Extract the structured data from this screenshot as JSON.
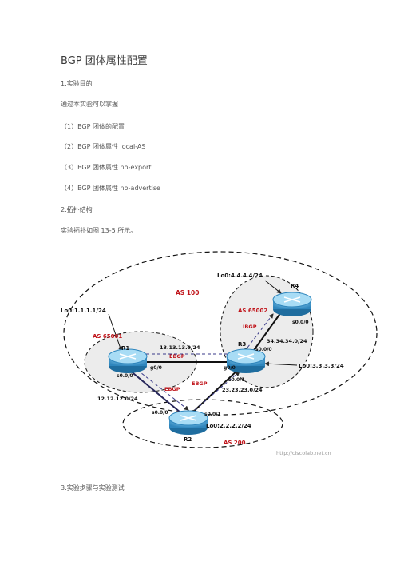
{
  "doc": {
    "title": "BGP 团体属性配置",
    "s1": "1.实验目的",
    "intro": "通过本实验可以掌握",
    "items": [
      "（1）BGP 团体的配置",
      "（2）BGP 团体属性 local-AS",
      "（3）BGP 团体属性 no-export",
      "（4）BGP 团体属性 no-advertise"
    ],
    "s2": "2.拓扑结构",
    "topo_desc": "实验拓扑如图 13-5 所示。",
    "s3": "3.实验步骤与实验测试"
  },
  "diagram": {
    "lo_r4": "Lo0:4.4.4.4/24",
    "as100": "AS 100",
    "r4": "R4",
    "as65002": "AS 65002",
    "ibgp": "IBGP",
    "r4_s0": "s0.0/0",
    "lo_r1": "Lo0:1.1.1.1/24",
    "as65001": "AS 65001",
    "r1": "R1",
    "net13": "13.13.13.0/24",
    "ebgp_13": "EBGP",
    "r3": "R3",
    "r3_s000": "s0.0/0",
    "net34": "34.34.34.0/24",
    "lo_r3": "Lo0:3.3.3.3/24",
    "r1_g": "g0/0",
    "r3_g": "g0/0",
    "r1_s": "s0.0/0",
    "ebgp_12": "EBGP",
    "ebgp_23": "EBGP",
    "r3_s001": "s0.0/1",
    "net23": "23.23.23.0/24",
    "net12": "12.12.12.0/24",
    "r2_s000": "s0.0/0",
    "r2_s001": "s0.0/1",
    "lo_r2": "Lo0:2.2.2.2/24",
    "r2": "R2",
    "as200": "AS 200",
    "watermark": "http://ciscolab.net.cn"
  }
}
